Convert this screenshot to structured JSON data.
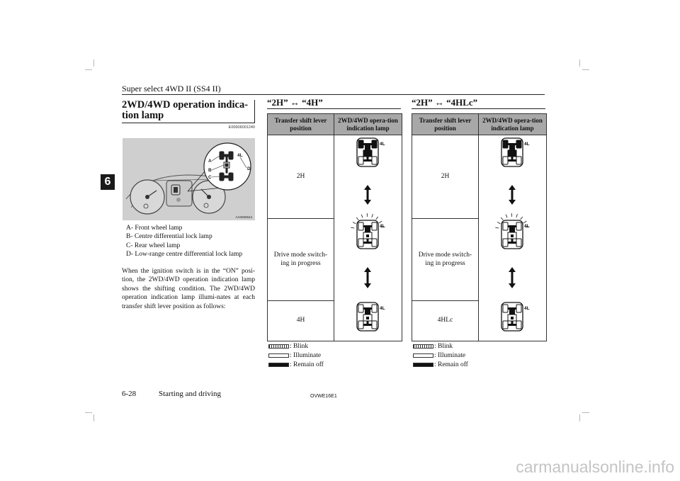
{
  "header": {
    "title": "Super select 4WD II (SS4 II)"
  },
  "side_tab": {
    "label": "6"
  },
  "section": {
    "title": "2WD/4WD operation indica-tion lamp",
    "code": "E00606001240",
    "figure_code": "AA0060644",
    "figure_callouts": [
      "A",
      "B",
      "C",
      "D"
    ],
    "figure_badge": "4L",
    "legend": [
      {
        "key": "A-",
        "text": "Front wheel lamp"
      },
      {
        "key": "B-",
        "text": "Centre differential lock lamp"
      },
      {
        "key": "C-",
        "text": "Rear wheel lamp"
      },
      {
        "key": "D-",
        "text": "Low-range centre differential lock lamp"
      }
    ],
    "body": "When the ignition switch is in the “ON” posi-tion, the 2WD/4WD operation indication lamp shows the shifting condition. The 2WD/4WD operation indication lamp illumi-nates at each transfer shift lever position as follows:"
  },
  "tables": [
    {
      "heading": "“2H” ↔ “4H”",
      "col1": "Transfer shift lever position",
      "col2": "2WD/4WD opera-tion indication lamp",
      "rows": [
        "2H",
        "Drive mode switch-ing in progress",
        "4H"
      ],
      "lamp_states": [
        {
          "front": "off",
          "centre": "off",
          "rear": "illuminate",
          "low": "off"
        },
        {
          "front": "blink",
          "centre": "blink",
          "rear": "illuminate",
          "low": "off"
        },
        {
          "front": "illuminate",
          "centre": "illuminate",
          "rear": "illuminate",
          "low": "off"
        }
      ],
      "badge": "4L"
    },
    {
      "heading": "“2H” ↔ “4HLc”",
      "col1": "Transfer shift lever position",
      "col2": "2WD/4WD opera-tion indication lamp",
      "rows": [
        "2H",
        "Drive mode switch-ing in progress",
        "4HLc"
      ],
      "lamp_states": [
        {
          "front": "off",
          "centre": "off",
          "rear": "illuminate",
          "low": "off"
        },
        {
          "front": "blink",
          "centre": "blink",
          "rear": "illuminate",
          "low": "off"
        },
        {
          "front": "illuminate",
          "centre": "illuminate",
          "rear": "illuminate",
          "low": "off"
        }
      ],
      "badge": "4L"
    }
  ],
  "key_legend": [
    {
      "style": "blink",
      "text": ": Blink"
    },
    {
      "style": "illuminate",
      "text": ": Illuminate"
    },
    {
      "style": "off",
      "text": ": Remain off"
    }
  ],
  "footer": {
    "page": "6-28",
    "section": "Starting and driving",
    "code": "OVWE16E1"
  },
  "watermark": "carmanualsonline.info"
}
